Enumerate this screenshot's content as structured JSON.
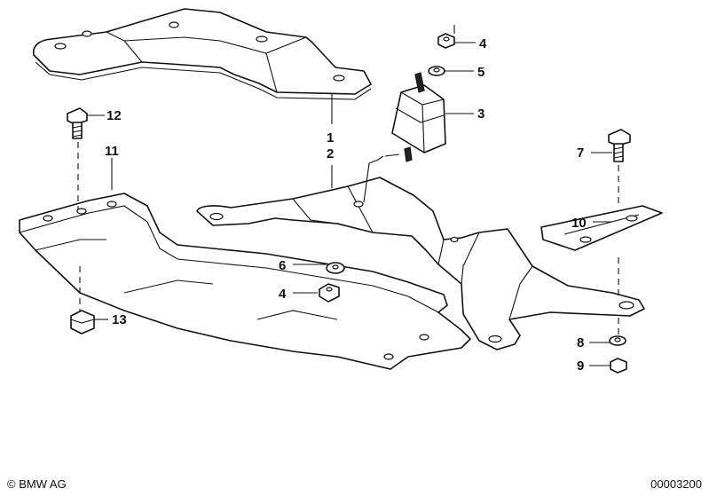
{
  "diagram": {
    "callouts": [
      {
        "id": "1",
        "label": "1"
      },
      {
        "id": "2",
        "label": "2"
      },
      {
        "id": "3",
        "label": "3"
      },
      {
        "id": "4a",
        "label": "4"
      },
      {
        "id": "5",
        "label": "5"
      },
      {
        "id": "6",
        "label": "6"
      },
      {
        "id": "4b",
        "label": "4"
      },
      {
        "id": "7",
        "label": "7"
      },
      {
        "id": "8",
        "label": "8"
      },
      {
        "id": "9",
        "label": "9"
      },
      {
        "id": "10",
        "label": "10"
      },
      {
        "id": "11",
        "label": "11"
      },
      {
        "id": "12",
        "label": "12"
      },
      {
        "id": "13",
        "label": "13"
      }
    ]
  },
  "footer": {
    "copyright": "© BMW AG",
    "doc_number": "00003200"
  }
}
